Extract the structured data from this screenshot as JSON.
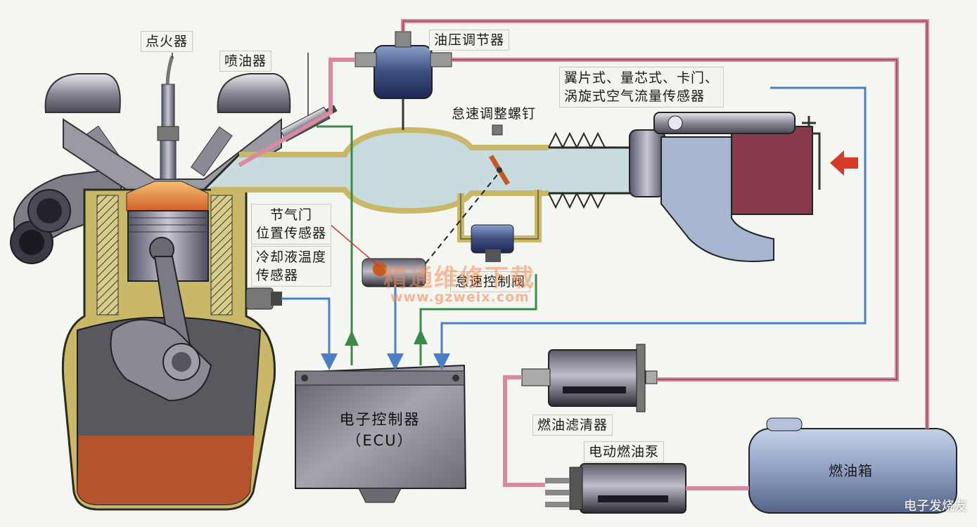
{
  "labels": {
    "spark_plug": "点火器",
    "injector": "喷油器",
    "pressure_regulator": "油压调节器",
    "airflow_sensor_line1": "翼片式、量芯式、卡门、",
    "airflow_sensor_line2": "涡旋式空气流量传感器",
    "idle_screw": "怠速调整螺钉",
    "throttle_sensor_line1": "节气门",
    "throttle_sensor_line2": "位置传感器",
    "coolant_sensor_line1": "冷却液温度",
    "coolant_sensor_line2": "传感器",
    "idle_valve": "怠速控制阀",
    "ecu_line1": "电子控制器",
    "ecu_line2": "（ECU）",
    "fuel_filter": "燃油滤清器",
    "fuel_pump": "电动燃油泵",
    "fuel_tank": "燃油箱"
  },
  "watermark": {
    "text": "精通维修下载",
    "url": "www.gzweix.com"
  },
  "brand": "电子发烧友",
  "colors": {
    "fuel_line": "#d98aa0",
    "signal_in": "#4a7fc4",
    "signal_out": "#3a8a4a",
    "intake_air": "#c8dce0",
    "oil": "#b5532e"
  }
}
